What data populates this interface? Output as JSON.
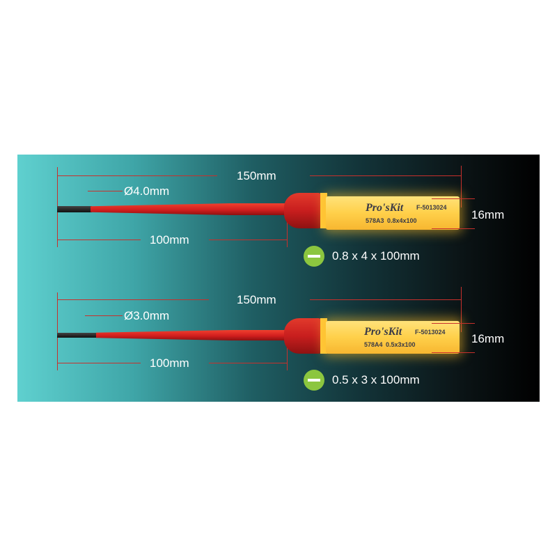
{
  "colors": {
    "handle": "#ffd04a",
    "shaft": "#d21f1f",
    "dimension_line": "#c8302c",
    "slot_badge": "#8cc63f"
  },
  "screwdrivers": [
    {
      "total_length": "150mm",
      "shaft_diameter": "Ø4.0mm",
      "shaft_length": "100mm",
      "handle_diameter": "16mm",
      "spec": "0.8 x 4 x 100mm",
      "brand": "Pro'sKit",
      "code": "F-5013024",
      "model": "578A3",
      "size_marking": "0.8x4x100",
      "tip_icon": "slotted-tip-icon"
    },
    {
      "total_length": "150mm",
      "shaft_diameter": "Ø3.0mm",
      "shaft_length": "100mm",
      "handle_diameter": "16mm",
      "spec": "0.5 x 3 x 100mm",
      "brand": "Pro'sKit",
      "code": "F-5013024",
      "model": "578A4",
      "size_marking": "0.5x3x100",
      "tip_icon": "slotted-tip-icon"
    }
  ]
}
